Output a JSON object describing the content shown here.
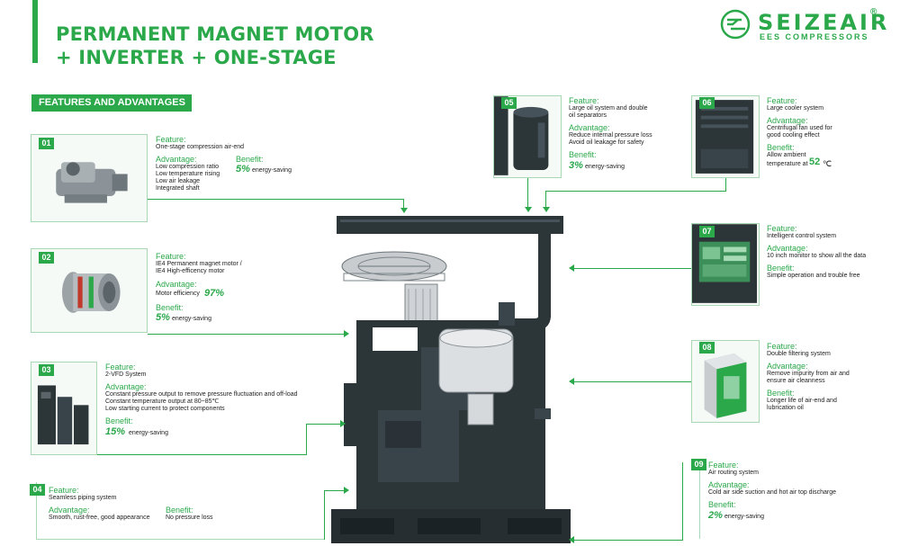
{
  "header": {
    "title_line1": "PERMANENT MAGNET MOTOR",
    "title_line2": "+ INVERTER + ONE-STAGE"
  },
  "brand": {
    "name": "SEIZEAIR",
    "registered": "®",
    "tagline": "EES COMPRESSORS"
  },
  "section_title": "FEATURES AND ADVANTAGES",
  "colors": {
    "accent": "#2aa84a",
    "panel_border": "#a8d8b4",
    "machine": "#2c3538"
  },
  "features": [
    {
      "num": "01",
      "feature_label": "Feature:",
      "feature": "One-stage compression air-end",
      "advantage_label": "Advantage:",
      "advantages": [
        "Low compression ratio",
        "Low temperature rising",
        "Low air leakage",
        "Integrated shaft"
      ],
      "benefit_label": "Benefit:",
      "benefit_value": "5%",
      "benefit_text": "energy-saving"
    },
    {
      "num": "02",
      "feature_label": "Feature:",
      "feature": [
        "IE4 Permanent magnet motor /",
        "IE4 High-efficency motor"
      ],
      "advantage_label": "Advantage:",
      "advantage": "Motor efficiency",
      "advantage_value": "97%",
      "benefit_label": "Benefit:",
      "benefit_value": "5%",
      "benefit_text": "energy-saving"
    },
    {
      "num": "03",
      "feature_label": "Feature:",
      "feature": "2-VFD System",
      "advantage_label": "Advantage:",
      "advantages": [
        "Constant pressure output to remove pressure fluctuation and off-load",
        "Constant temperature output at 80~85℃",
        "Low starting current to protect components"
      ],
      "benefit_label": "Benefit:",
      "benefit_value": "15%",
      "benefit_text": "energy-saving"
    },
    {
      "num": "04",
      "feature_label": "Feature:",
      "feature": "Seamless piping system",
      "advantage_label": "Advantage:",
      "advantage": "Smooth, rust-free, good appearance",
      "benefit_label": "Benefit:",
      "benefit": "No pressure loss"
    },
    {
      "num": "05",
      "feature_label": "Feature:",
      "feature": [
        "Large oil system  and double",
        "oil separators"
      ],
      "advantage_label": "Advantage:",
      "advantages": [
        "Reduce internal pressure loss",
        "Avoid oil leakage for safety"
      ],
      "benefit_label": "Benefit:",
      "benefit_value": "3%",
      "benefit_text": "energy-saving"
    },
    {
      "num": "06",
      "feature_label": "Feature:",
      "feature": "Large cooler system",
      "advantage_label": "Advantage:",
      "advantages": [
        "Centrifugal fan used for",
        "good cooling effect"
      ],
      "benefit_label": "Benefit:",
      "benefit_line1": "Allow ambient",
      "benefit_line2": "temperature at",
      "benefit_value": "52",
      "benefit_unit": "℃"
    },
    {
      "num": "07",
      "feature_label": "Feature:",
      "feature": "Intelligent control system",
      "advantage_label": "Advantage:",
      "advantage": "10 inch monitor to show all the data",
      "benefit_label": "Benefit:",
      "benefit": "Simple operation and trouble free"
    },
    {
      "num": "08",
      "feature_label": "Feature:",
      "feature": "Double filtering system",
      "advantage_label": "Advantage:",
      "advantages": [
        "Remove impurity from air and",
        "ensure air cleanness"
      ],
      "benefit_label": "Benefit:",
      "benefits": [
        "Longer life of air-end and",
        "lubrication oil"
      ]
    },
    {
      "num": "09",
      "feature_label": "Feature:",
      "feature": "Air routing system",
      "advantage_label": "Advantage:",
      "advantage": "Cold air side suction and hot air top discharge",
      "benefit_label": "Benefit:",
      "benefit_value": "2%",
      "benefit_text": "energy-saving"
    }
  ]
}
